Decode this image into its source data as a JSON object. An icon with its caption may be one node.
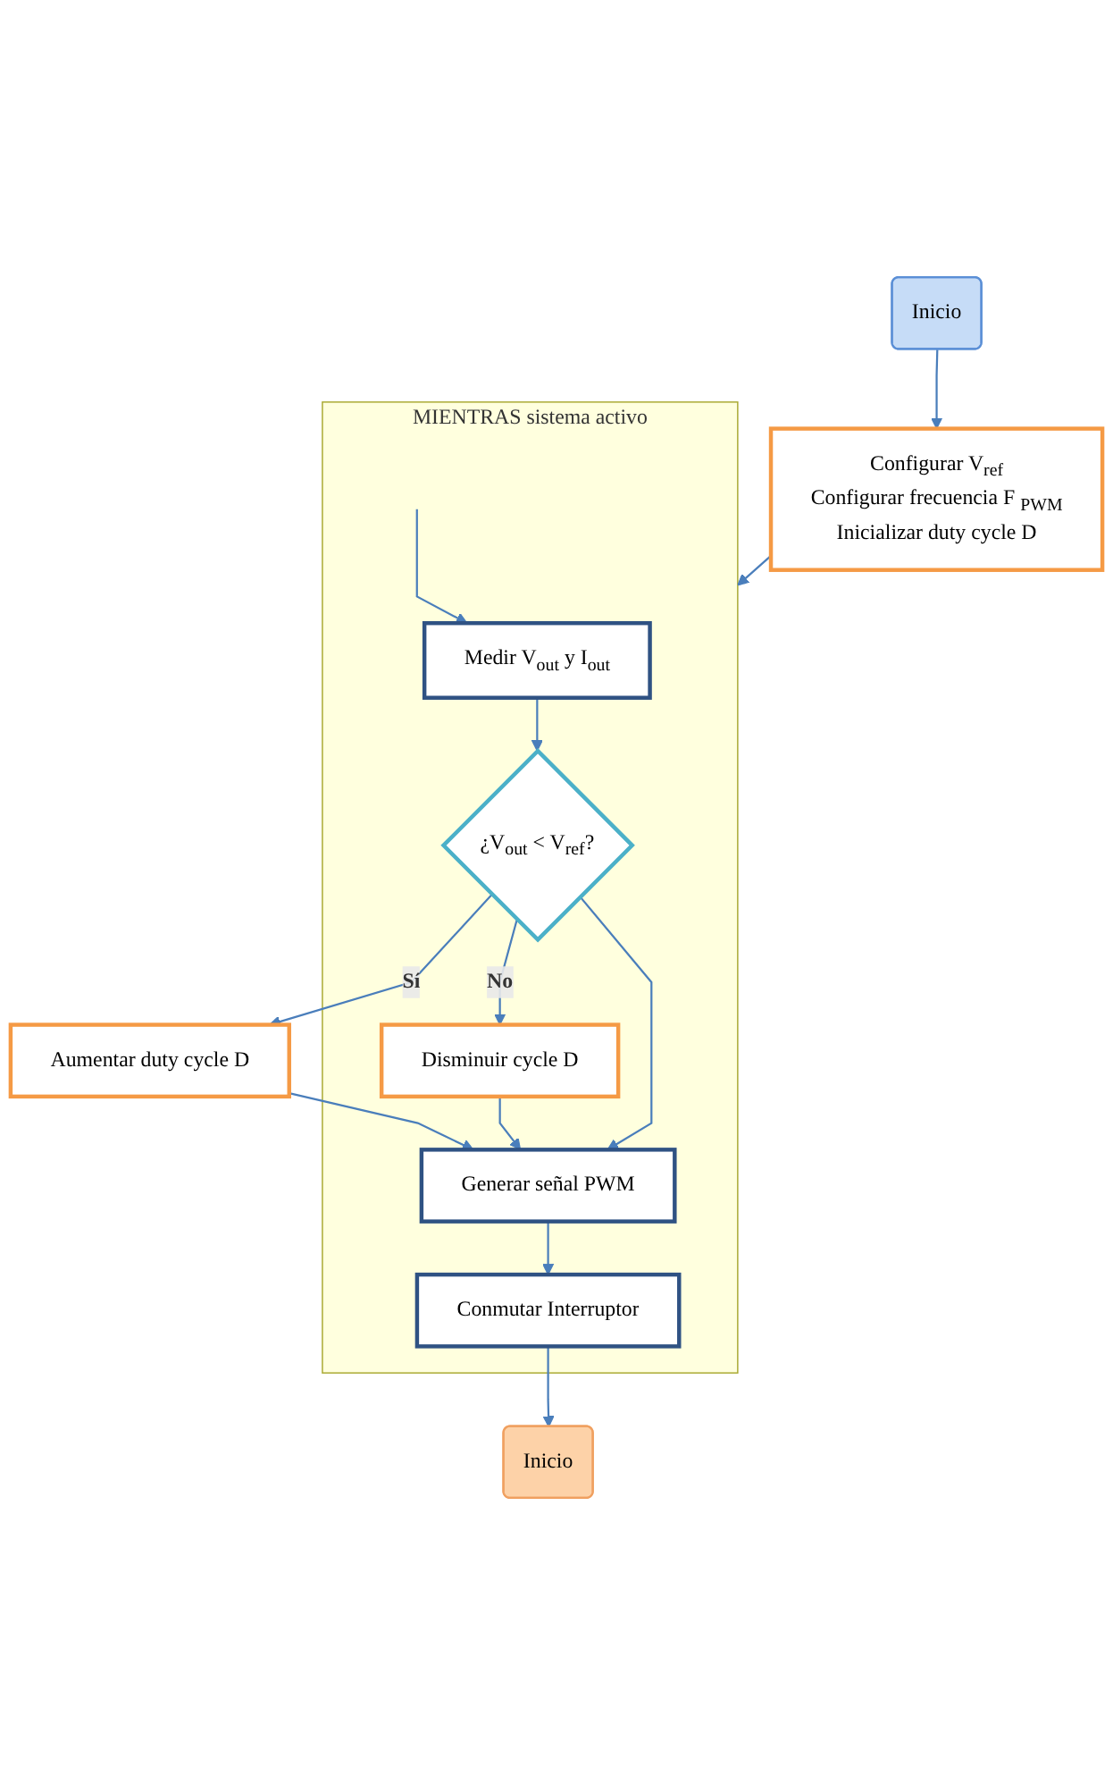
{
  "diagram": {
    "nodes": [
      {
        "text": [
          "Inicio"
        ]
      },
      {
        "text": [
          "Configurar V$_{ref}$",
          "Configurar frecuencia F $_{PWM}$",
          "Inicializar duty cycle D"
        ]
      },
      {
        "text": [
          "MIENTRAS sistema activo"
        ]
      },
      {
        "text": [
          "Medir V$_{out}$ y I$_{out}$"
        ],
        "in": 2
      },
      {
        "text": [
          "¿V$_{out}$ < V$_{ref}$?"
        ],
        "in": 2
      },
      {
        "text": [
          "Aumentar duty cycle D"
        ]
      },
      {
        "text": [
          "Disminuir cycle D"
        ],
        "in": 2
      },
      {
        "text": [
          "Generar señal PWM"
        ],
        "in": 2
      },
      {
        "text": [
          "Conmutar Interruptor"
        ],
        "in": 2
      },
      {
        "text": [
          "Inicio"
        ]
      }
    ],
    "edges": [
      {
        "from": 0,
        "to": 1,
        "arrow": "to"
      },
      {
        "from": 1,
        "to": 2,
        "arrow": "to"
      },
      {
        "from": null,
        "to": 3,
        "arrow": "to"
      },
      {
        "from": 3,
        "to": 4,
        "arrow": "to"
      },
      {
        "from": 4,
        "to": 5,
        "arrow": "to",
        "label": "Sí"
      },
      {
        "from": 4,
        "to": 6,
        "arrow": "to",
        "label": "No"
      },
      {
        "from": 4,
        "to": 7,
        "arrow": "to"
      },
      {
        "from": 5,
        "to": 7,
        "arrow": "to"
      },
      {
        "from": 6,
        "to": 7,
        "arrow": "to"
      },
      {
        "from": 7,
        "to": 8,
        "arrow": "to"
      },
      {
        "from": 8,
        "to": 9,
        "arrow": "to"
      }
    ]
  }
}
